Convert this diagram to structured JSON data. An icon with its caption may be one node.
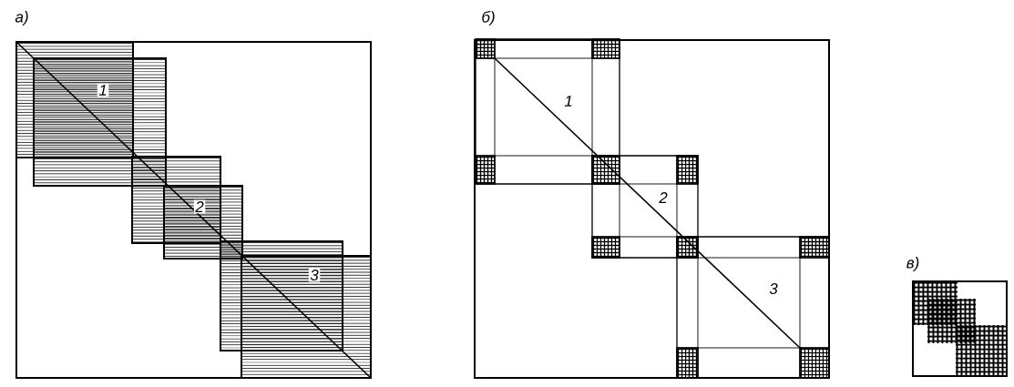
{
  "diagram": {
    "labels": [
      "а)",
      "1",
      "2",
      "3",
      "б)",
      "1",
      "2",
      "3",
      "в)"
    ]
  }
}
